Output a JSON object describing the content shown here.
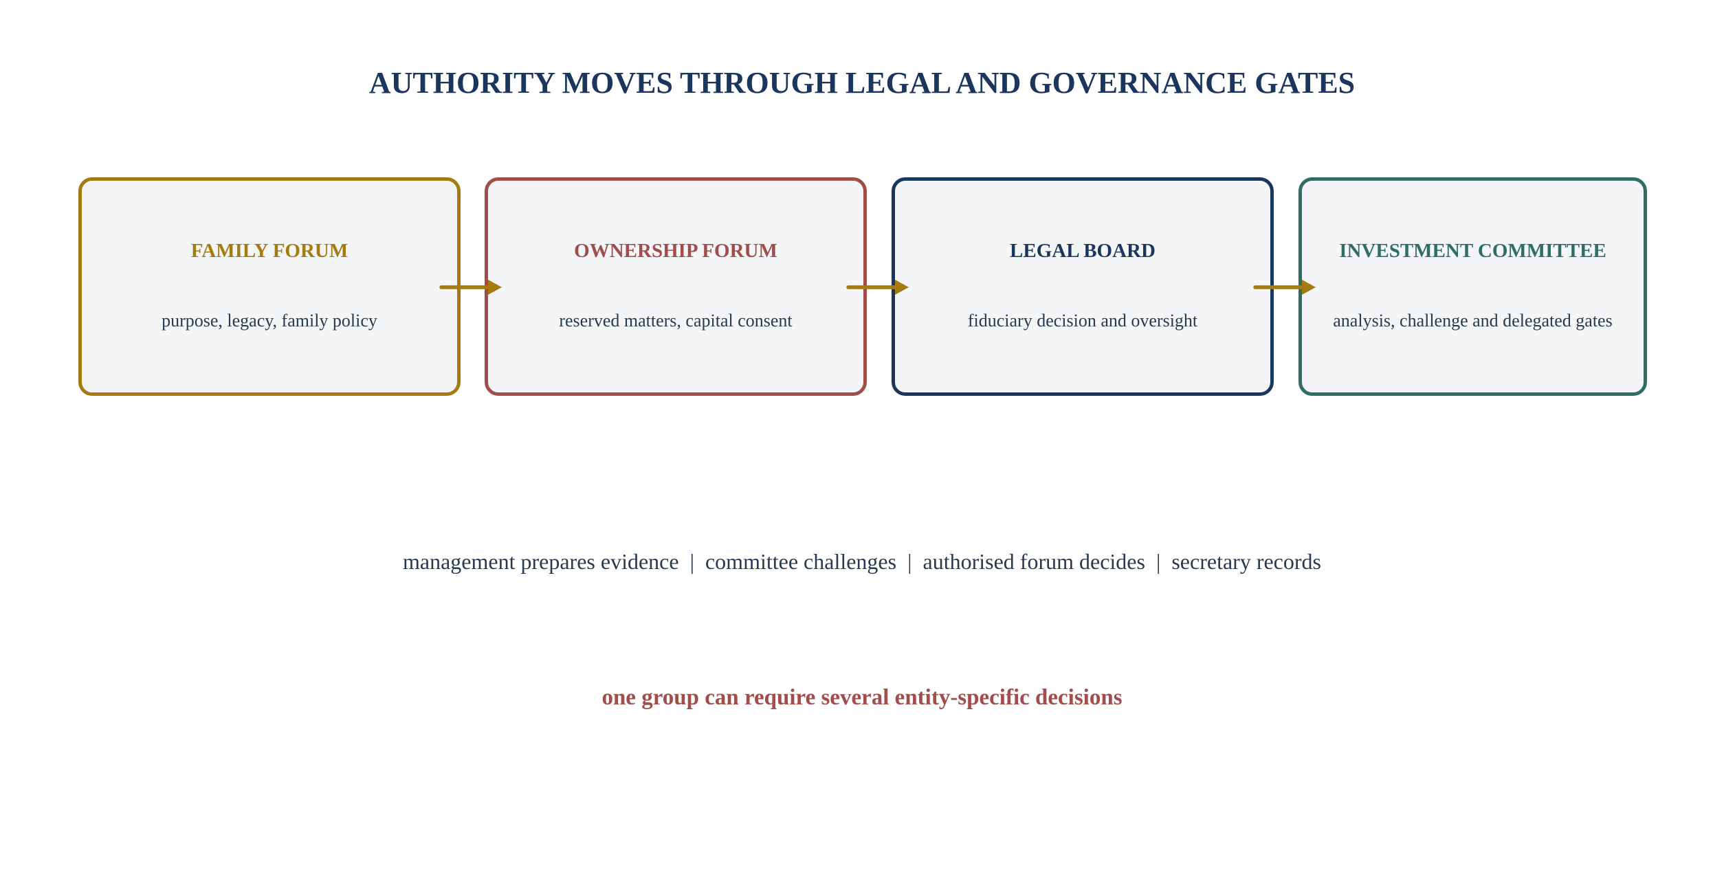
{
  "title": "AUTHORITY MOVES THROUGH LEGAL AND GOVERNANCE GATES",
  "colors": {
    "title": "#1b365d",
    "text": "#283a50",
    "box_fill": "#f3f5f7",
    "arrow": "#a57a10",
    "note": "#a04d4b"
  },
  "forums": [
    {
      "title": "FAMILY FORUM",
      "description": "purpose, legacy, family policy",
      "color": "#a57a10"
    },
    {
      "title": "OWNERSHIP FORUM",
      "description": "reserved matters, capital consent",
      "color": "#a04d4b"
    },
    {
      "title": "LEGAL BOARD",
      "description": "fiduciary decision and oversight",
      "color": "#1b365d"
    },
    {
      "title": "INVESTMENT COMMITTEE",
      "description": "analysis, challenge and delegated gates",
      "color": "#306d62"
    }
  ],
  "process_steps": [
    "management prepares evidence",
    "committee challenges",
    "authorised forum decides",
    "secretary records"
  ],
  "process_separator": "|",
  "note": "one group can require several entity-specific decisions"
}
